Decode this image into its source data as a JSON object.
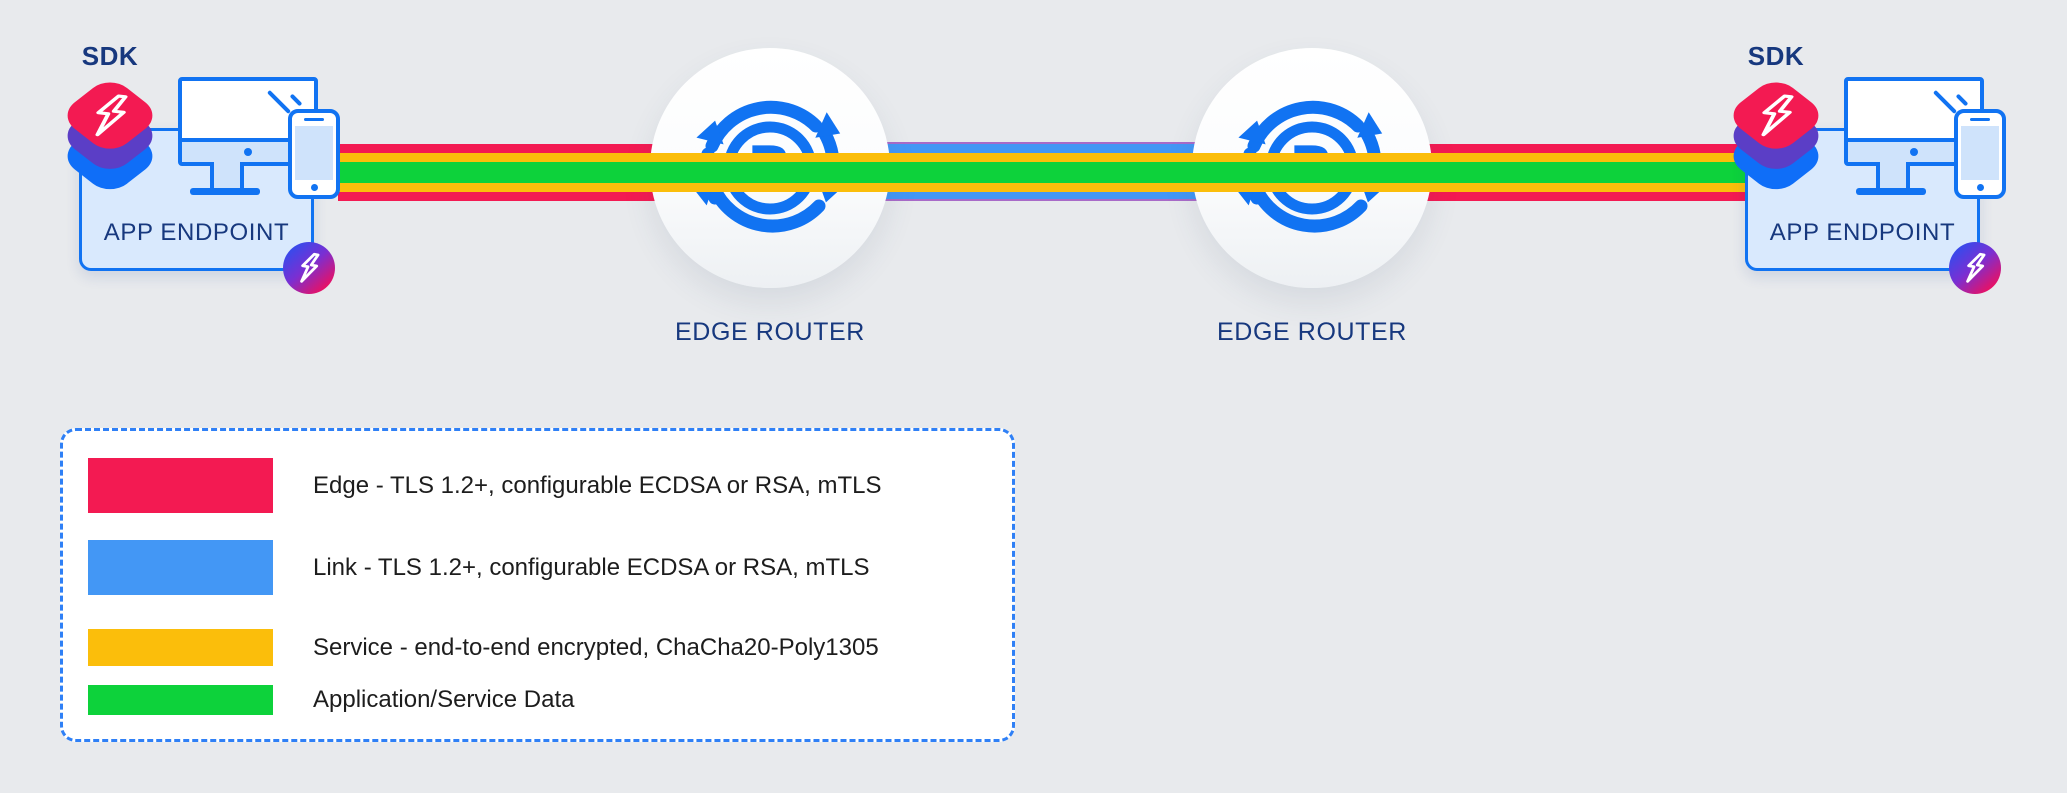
{
  "diagram": {
    "endpoints": [
      {
        "sdk_label": "SDK",
        "box_label": "APP ENDPOINT"
      },
      {
        "sdk_label": "SDK",
        "box_label": "APP ENDPOINT"
      }
    ],
    "routers": [
      {
        "label": "EDGE ROUTER",
        "icon_letter": "R"
      },
      {
        "label": "EDGE ROUTER",
        "icon_letter": "R"
      }
    ]
  },
  "legend": {
    "items": [
      {
        "key": "edge",
        "label": "Edge - TLS 1.2+, configurable ECDSA or RSA, mTLS",
        "color": "#f31a52",
        "swatch_height": 55
      },
      {
        "key": "link",
        "label": "Link - TLS 1.2+, configurable ECDSA or RSA, mTLS",
        "color": "#4397f5",
        "swatch_height": 55
      },
      {
        "key": "service",
        "label": "Service - end-to-end encrypted, ChaCha20-Poly1305",
        "color": "#fbbe0b",
        "swatch_height": 37
      },
      {
        "key": "app_data",
        "label": "Application/Service Data",
        "color": "#0dd23b",
        "swatch_height": 30
      }
    ]
  },
  "colors": {
    "background": "#e8eaed",
    "edge": "#f31a52",
    "link": "#4397f5",
    "service": "#fbbe0b",
    "app_data": "#0dd23b",
    "link_edge_purple": "#a86bc8",
    "icon_blue": "#1173f2",
    "navy": "#17387e",
    "light_fill": "#d9e9fd",
    "bezel_fill": "#cfe3fb",
    "sdk_purple": "#5b3ec6",
    "sdk_blue": "#0f6ef8",
    "badge_gradient_start": "#2b4ff0",
    "badge_gradient_mid": "#7a2fd2",
    "badge_gradient_end": "#ee0f5e",
    "legend_border": "#2f80f6",
    "legend_text": "#1d1d1d"
  }
}
